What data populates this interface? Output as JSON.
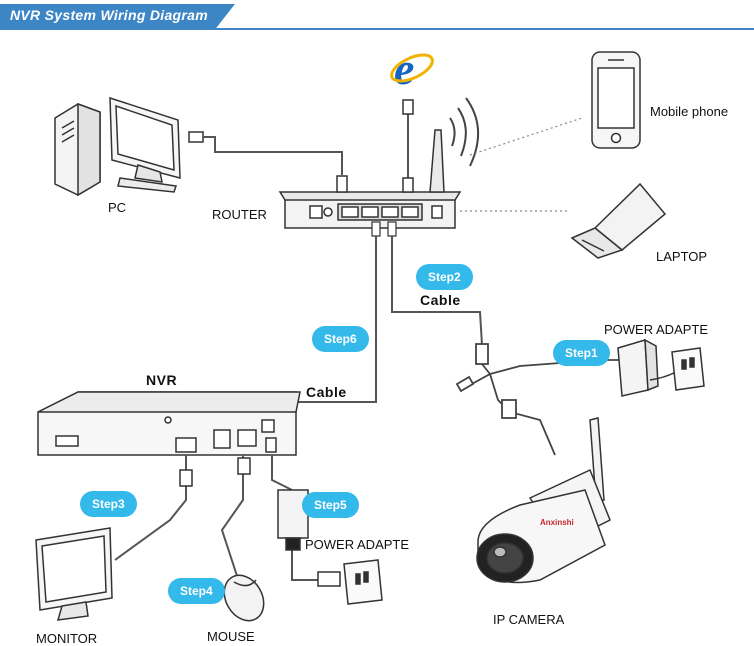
{
  "header": {
    "title": "NVR System Wiring Diagram"
  },
  "labels": {
    "pc": "PC",
    "router": "ROUTER",
    "mobile": "Mobile phone",
    "laptop": "LAPTOP",
    "nvr": "NVR",
    "cable_left": "Cable",
    "cable_right": "Cable",
    "power_camera": "POWER ADAPTE",
    "power_nvr": "POWER ADAPTE",
    "monitor": "MONITOR",
    "mouse": "MOUSE",
    "ip_camera": "IP  CAMERA",
    "camera_brand": "Anxinshi"
  },
  "steps": {
    "step1": "Step1",
    "step2": "Step2",
    "step3": "Step3",
    "step4": "Step4",
    "step5": "Step5",
    "step6": "Step6"
  },
  "colors": {
    "accent": "#3d86c6",
    "step": "#33b9ea",
    "ie": "#1565c0"
  },
  "icons": [
    "internet-explorer-icon",
    "wifi-signal-icon"
  ]
}
